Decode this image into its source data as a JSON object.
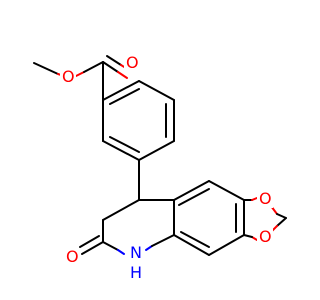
{
  "molecule": {
    "atoms": {
      "ester_o_single": "O",
      "ester_o_double": "O",
      "dioxole_o_top": "O",
      "dioxole_o_bottom": "O",
      "lactam_o": "O",
      "lactam_n": "N",
      "lactam_h": "H"
    }
  },
  "colors": {
    "bond": "#000000",
    "oxygen": "#ff0000",
    "nitrogen": "#0000ff",
    "background": "#ffffff"
  }
}
